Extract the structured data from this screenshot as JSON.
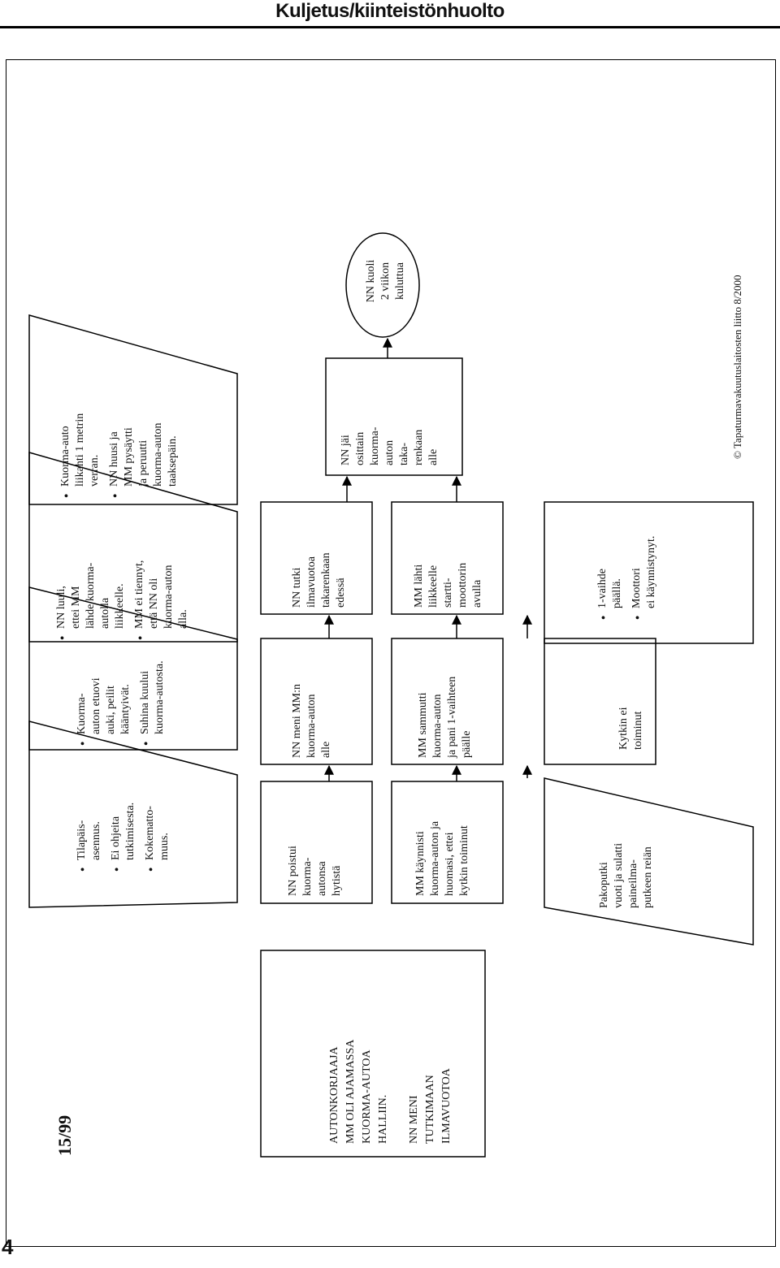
{
  "header": {
    "title": "Kuljetus/kiinteistönhuolto"
  },
  "page_number": "4",
  "case_number": "15/99",
  "copyright": "© Tapaturmavakuutuslaitosten liitto 8/2000",
  "intro": {
    "lines1": [
      "AUTONKORJAAJA",
      "MM OLI AJAMASSA",
      "KUORMA-AUTOA",
      "HALLIIN."
    ],
    "lines2": [
      "NN MENI",
      "TUTKIMAAN",
      "ILMAVUOTOA"
    ]
  },
  "factors": [
    {
      "bullets": [
        [
          "Tilapäis-",
          "asennus."
        ],
        [
          "Ei ohjeita",
          "tutkimisesta."
        ],
        [
          "Kokematto-",
          "muus."
        ]
      ]
    },
    {
      "bullets": [
        [
          "Kuorma-",
          "auton etuovi",
          "auki, peilit",
          "kääntyivät."
        ],
        [
          "Suhina kuului",
          "kuorma-autosta."
        ]
      ]
    },
    {
      "bullets": [
        [
          "NN luuli,",
          "ettei MM",
          "lähde kuorma-",
          "autolla",
          "liikkeelle."
        ],
        [
          "MM ei tiennyt,",
          "että NN oli",
          "kuorma-auton",
          "alla."
        ]
      ]
    },
    {
      "bullets": [
        [
          "Kuorma-auto",
          "liikahti 1 metrin",
          "verran."
        ],
        [
          "NN huusi ja",
          "MM pysäytti",
          "ja peruutti",
          "kuorma-auton",
          "taaksepäin."
        ]
      ]
    }
  ],
  "row1": [
    [
      "NN poistui",
      "kuorma-",
      "autonsa",
      "hytistä"
    ],
    [
      "NN meni MM:n",
      "kuorma-auton",
      "alle"
    ],
    [
      "NN tutki",
      "ilmavuotoa",
      "takarenkaan",
      "edessä"
    ],
    [
      "NN jäi",
      "osittain",
      "kuorma-",
      "auton",
      "taka-",
      "renkaan",
      "alle"
    ]
  ],
  "row2": [
    [
      "MM käynnisti",
      "kuorma-auton ja",
      "huomasi, ettei",
      "kytkin toiminut"
    ],
    [
      "MM sammutti",
      "kuorma-auton",
      "ja pani 1-vaihteen",
      "päälle"
    ],
    [
      "MM lähti",
      "liikkeelle",
      "startti-",
      "moottorin",
      "avulla"
    ]
  ],
  "outcome": [
    "NN kuoli",
    "2 viikon",
    "kuluttua"
  ],
  "row3": [
    [
      "Pakoputki",
      "vuoti ja sulatti",
      "paineilma-",
      "putkeen reiän"
    ],
    [
      "Kytkin ei",
      "toiminut"
    ]
  ],
  "row3_factor": {
    "bullets": [
      [
        "1-vaihde",
        "päällä."
      ],
      [
        "Moottori",
        "ei käynnistynyt."
      ]
    ]
  }
}
